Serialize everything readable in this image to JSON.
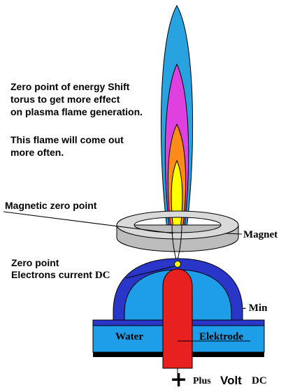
{
  "notes": {
    "line1": "Zero point of energy Shift",
    "line2": "torus to get more effect",
    "line3": "on plasma flame generation.",
    "line4": "This flame will come out",
    "line5": "more often."
  },
  "labels": {
    "magnetic_zero_point": "Magnetic zero point",
    "magnet": "Magnet",
    "zero_point": "Zero point",
    "electrons_current": "Electrons current",
    "dc_inline": "DC",
    "min": "- Min",
    "water": "Water",
    "elektrode": "Elektrode",
    "plus_sign": "+",
    "plus": "Plus",
    "volt": "Volt",
    "dc": "DC"
  },
  "colors": {
    "flame_blue": "#29a3e0",
    "flame_magenta": "#e040e0",
    "flame_orange": "#ff8c1a",
    "flame_yellow": "#ffff00",
    "magnet_grey": "#cccccc",
    "dome_blue": "#2a36c8",
    "water_blue": "#1e9ee8",
    "electrode_red": "#e82020",
    "base_black": "#000000"
  }
}
